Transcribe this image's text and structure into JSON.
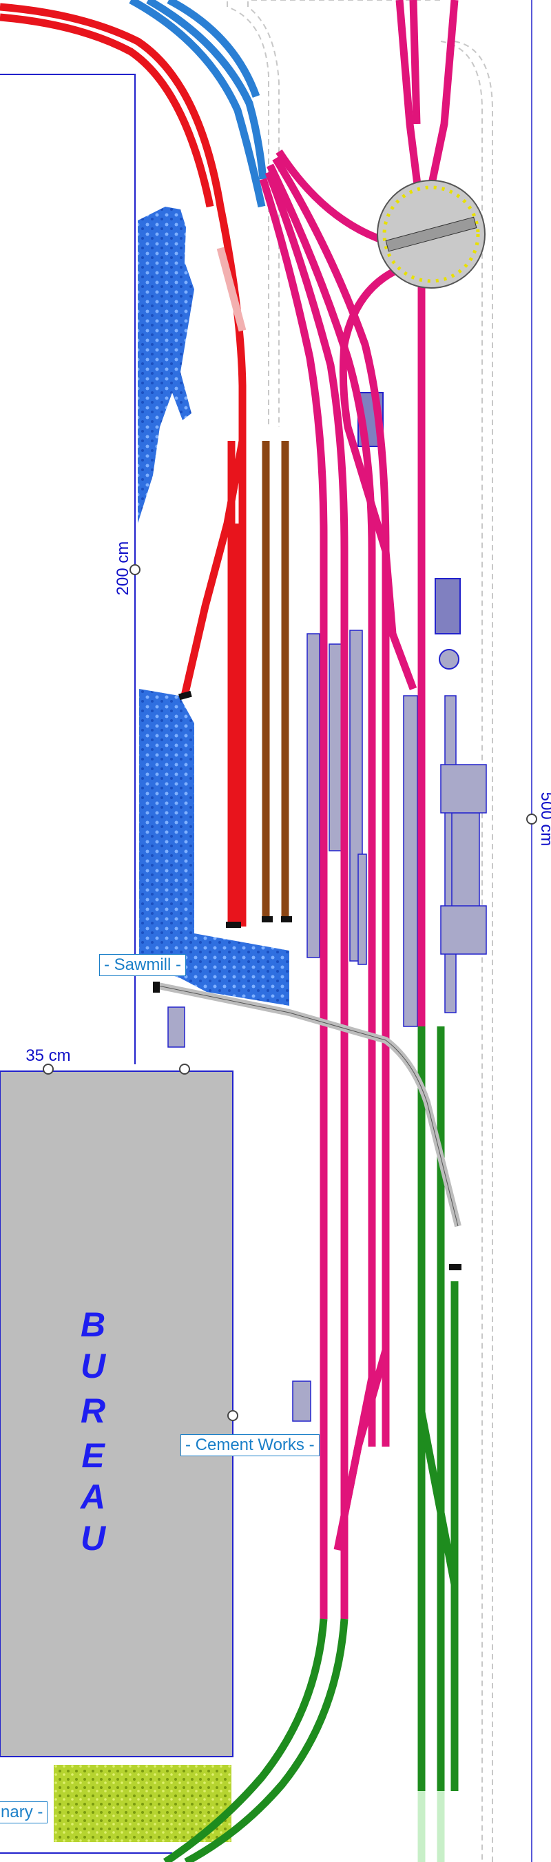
{
  "labels": {
    "sawmill": "- Sawmill -",
    "cement_works": "- Cement Works -",
    "primary": "nary -",
    "bureau_letters": [
      "B",
      "U",
      "R",
      "E",
      "A",
      "U"
    ]
  },
  "dimensions": {
    "left_wall": "200 cm",
    "right_wall": "500 cm",
    "shelf": "35 cm"
  },
  "colors": {
    "background": "#ffffff",
    "wall_line": "#2222cc",
    "track_red": "#e8141c",
    "track_blue": "#2a7fd4",
    "track_magenta": "#e0147a",
    "track_brown": "#8b4513",
    "track_green": "#1e8c1e",
    "track_grey": "#bdbdbd",
    "bureau_fill": "#bdbdbd",
    "water_blue": "#2f6fe0",
    "grass_yellow": "#b6d430",
    "platform_grey": "#a9a9c9",
    "label_blue": "#1a7fc8"
  },
  "icons": {
    "turntable": "turntable-icon",
    "buffer": "buffer-stop-icon",
    "dimension_pin": "dimension-pin-icon"
  }
}
